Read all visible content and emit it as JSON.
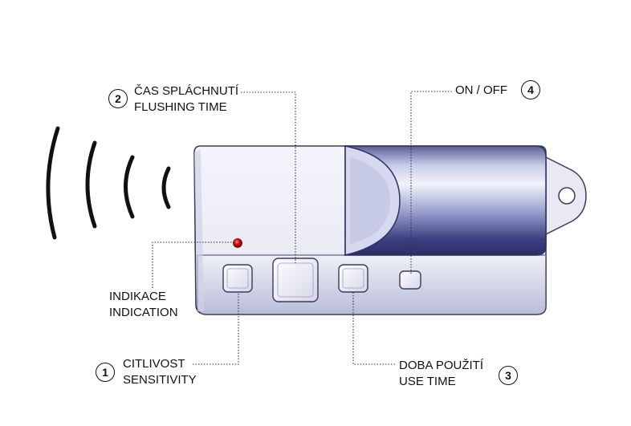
{
  "callouts": {
    "flushing": {
      "number": "2",
      "line1": "ČAS SPLÁCHNUTÍ",
      "line2": "FLUSHING TIME"
    },
    "onoff": {
      "number": "4",
      "line1": "ON / OFF"
    },
    "indication": {
      "line1": "INDIKACE",
      "line2": "INDICATION"
    },
    "sensitivity": {
      "number": "1",
      "line1": "CITLIVOST",
      "line2": "SENSITIVITY"
    },
    "usetime": {
      "number": "3",
      "line1": "DOBA POUŽITÍ",
      "line2": "USE TIME"
    }
  },
  "colors": {
    "body_fill": "#e9eaf4",
    "body_outline": "#3a3a5a",
    "cylinder_dark": "#4a4f8a",
    "cylinder_light": "#d8dcf0",
    "led": "#cc1111",
    "leader_line": "#333333"
  }
}
